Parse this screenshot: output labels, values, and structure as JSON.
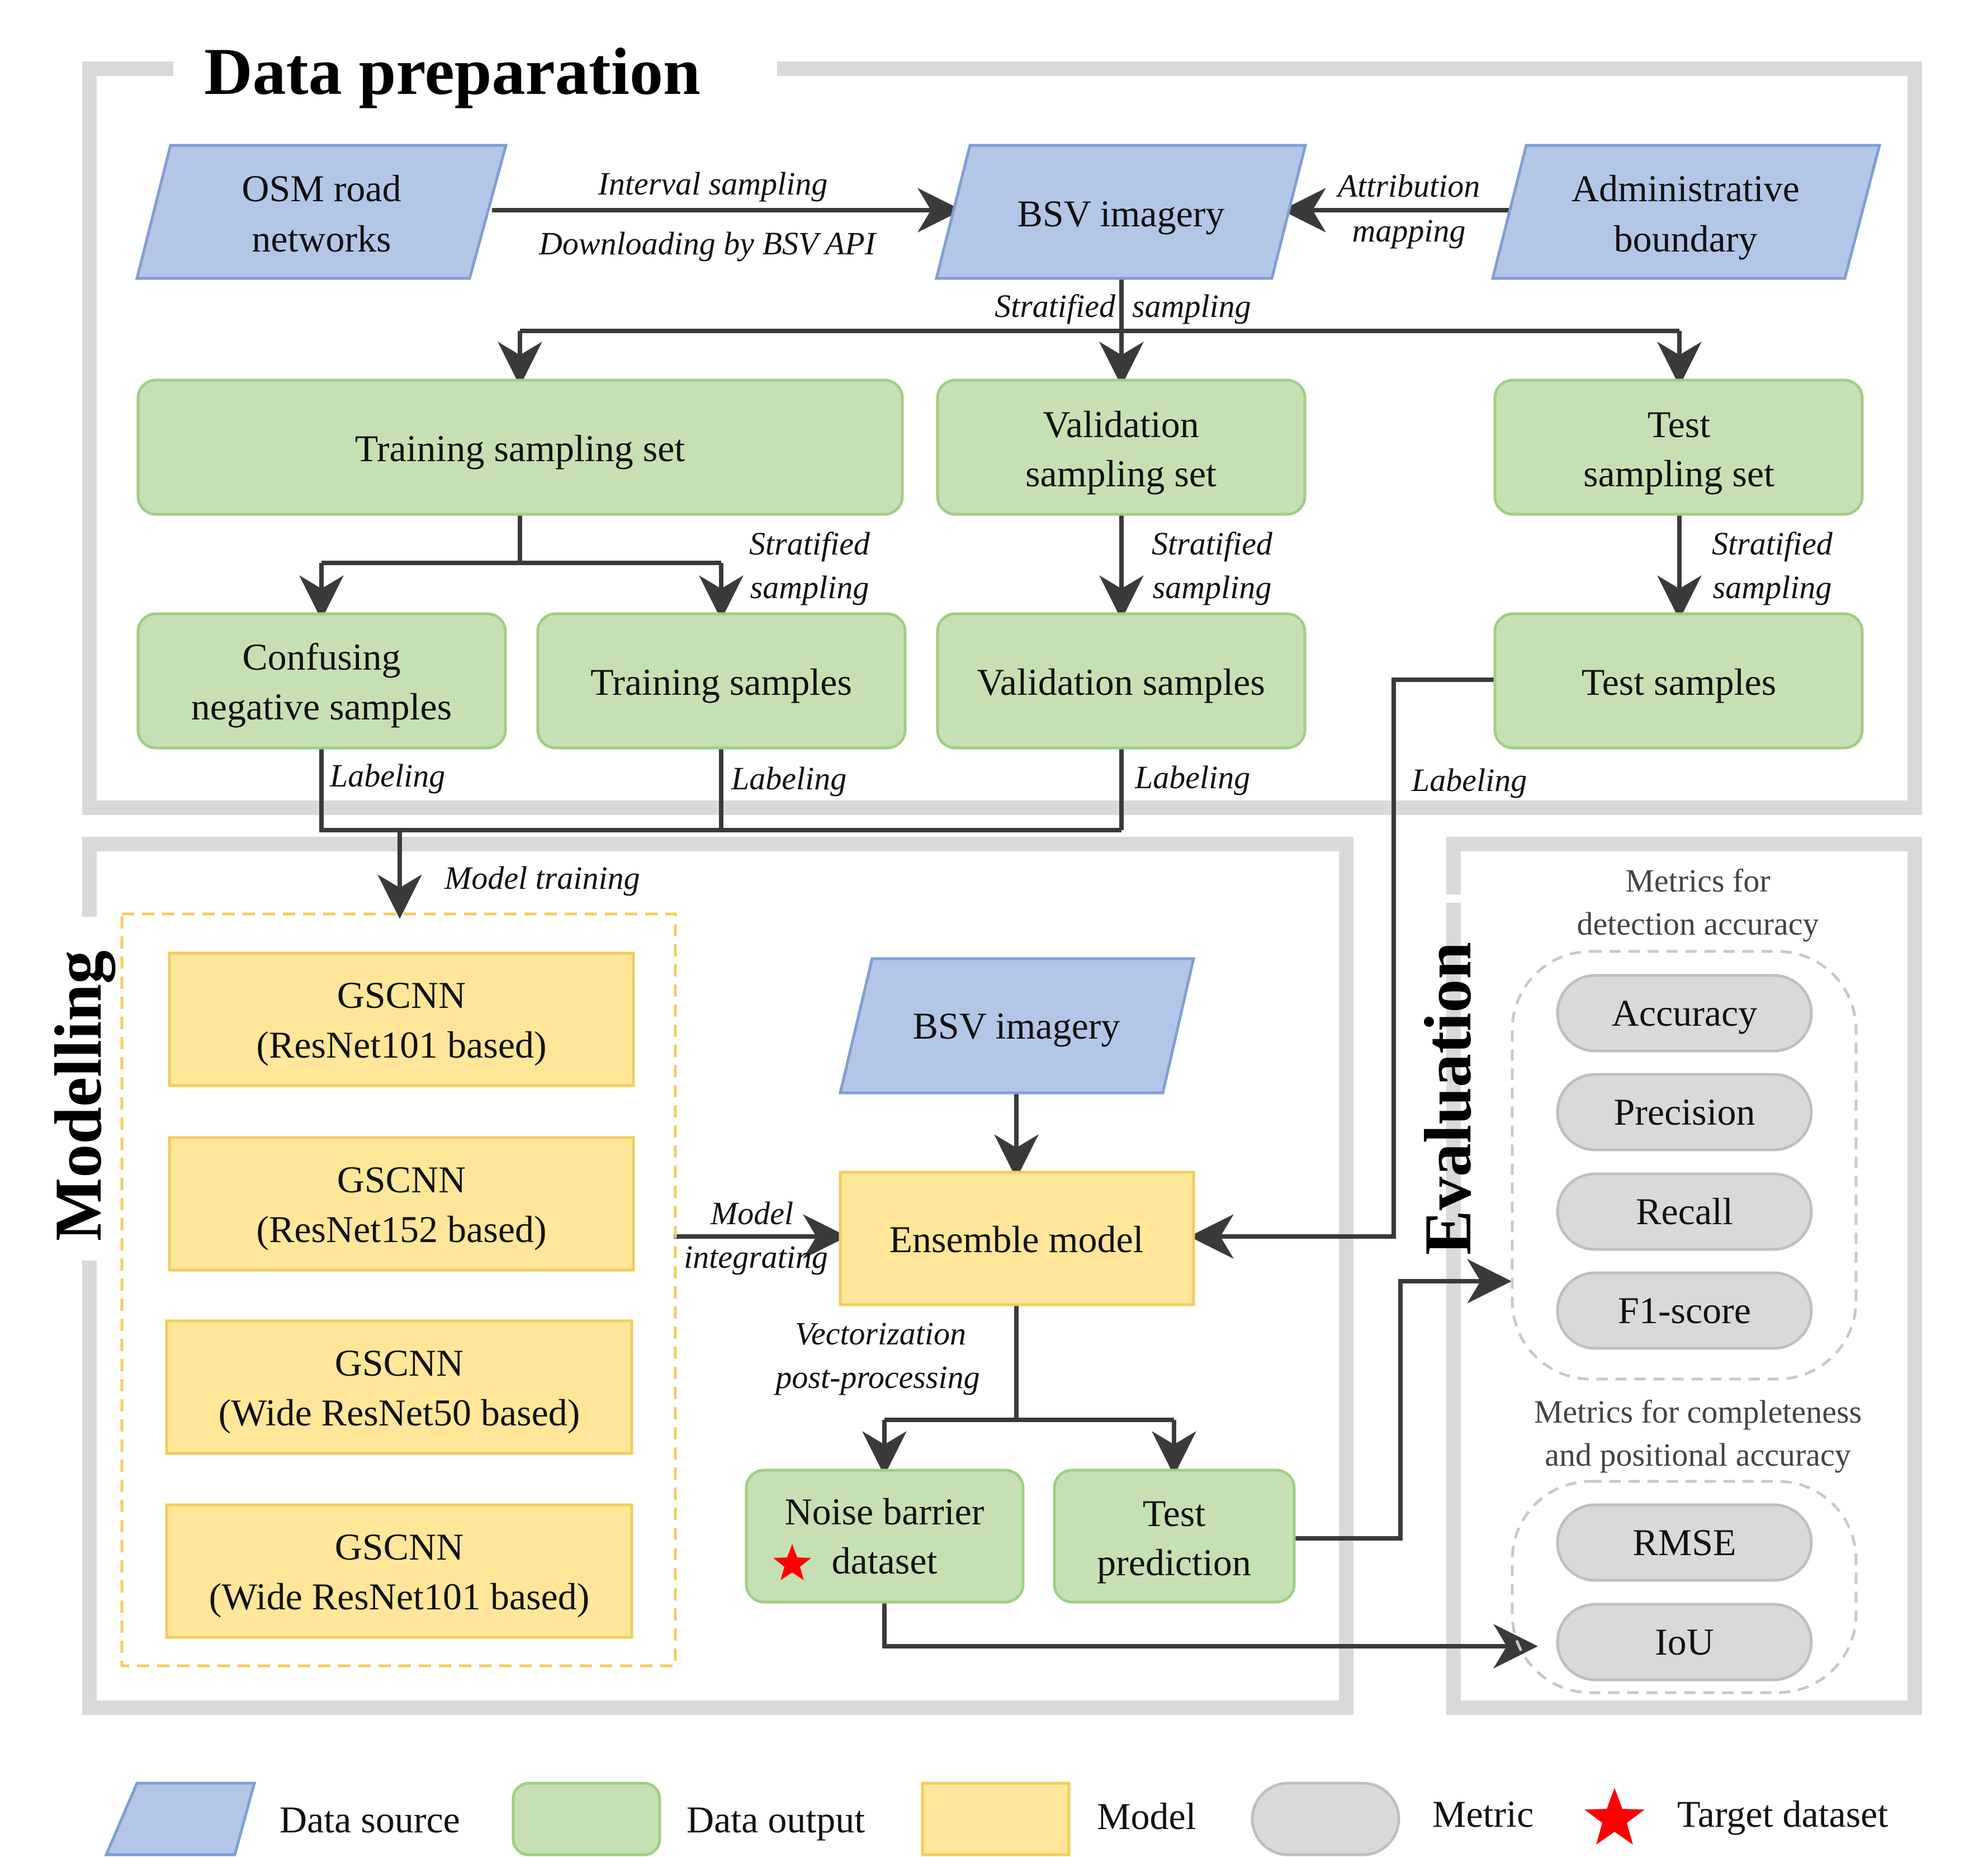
{
  "sections": {
    "data_preparation": "Data preparation",
    "modelling": "Modelling",
    "evaluation": "Evaluation"
  },
  "nodes": {
    "osm_road_networks": [
      "OSM road",
      "networks"
    ],
    "bsv_imagery_top": [
      "BSV imagery"
    ],
    "administrative_boundary": [
      "Administrative",
      "boundary"
    ],
    "training_sampling_set": [
      "Training sampling set"
    ],
    "validation_sampling_set": [
      "Validation",
      "sampling set"
    ],
    "test_sampling_set": [
      "Test",
      "sampling set"
    ],
    "confusing_negative_samples": [
      "Confusing",
      "negative samples"
    ],
    "training_samples": [
      "Training samples"
    ],
    "validation_samples": [
      "Validation samples"
    ],
    "test_samples": [
      "Test samples"
    ],
    "gscnn_resnet101": [
      "GSCNN",
      "(ResNet101 based)"
    ],
    "gscnn_resnet152": [
      "GSCNN",
      "(ResNet152 based)"
    ],
    "gscnn_wide_resnet50": [
      "GSCNN",
      "(Wide ResNet50 based)"
    ],
    "gscnn_wide_resnet101": [
      "GSCNN",
      "(Wide ResNet101 based)"
    ],
    "bsv_imagery_model": [
      "BSV imagery"
    ],
    "ensemble_model": [
      "Ensemble model"
    ],
    "noise_barrier_dataset": [
      "Noise barrier",
      "dataset"
    ],
    "test_prediction": [
      "Test",
      "prediction"
    ]
  },
  "edge_labels": {
    "interval_sampling": "Interval sampling",
    "downloading_by_bsv_api": "Downloading by BSV API",
    "attribution": "Attribution",
    "mapping": "mapping",
    "stratified_sampling_top_1": "Stratified",
    "stratified_sampling_top_2": "sampling",
    "stratified_1a": "Stratified",
    "stratified_1b": "sampling",
    "stratified_2a": "Stratified",
    "stratified_2b": "sampling",
    "stratified_3a": "Stratified",
    "stratified_3b": "sampling",
    "labeling_1": "Labeling",
    "labeling_2": "Labeling",
    "labeling_3": "Labeling",
    "labeling_4": "Labeling",
    "model_training": "Model training",
    "model_integrating_1": "Model",
    "model_integrating_2": "integrating",
    "vectorization_1": "Vectorization",
    "vectorization_2": "post-processing"
  },
  "metrics": {
    "detection_caption": [
      "Metrics for",
      "detection accuracy"
    ],
    "detection": [
      "Accuracy",
      "Precision",
      "Recall",
      "F1-score"
    ],
    "completeness_caption": [
      "Metrics for completeness",
      "and positional accuracy"
    ],
    "completeness": [
      "RMSE",
      "IoU"
    ]
  },
  "legend": {
    "data_source": "Data source",
    "data_output": "Data output",
    "model": "Model",
    "metric": "Metric",
    "target_dataset": "Target dataset"
  },
  "colors": {
    "data_source_fill": "#b3c6e7",
    "data_source_stroke": "#7e9fd0",
    "data_output_fill": "#c6e0b4",
    "data_output_stroke": "#9fce84",
    "model_fill": "#ffe699",
    "model_stroke": "#f2cd5c",
    "metric_fill": "#d9d9d9",
    "metric_stroke": "#bfbfbf",
    "section_frame": "#d9d9d9",
    "star": "#ff0000"
  }
}
